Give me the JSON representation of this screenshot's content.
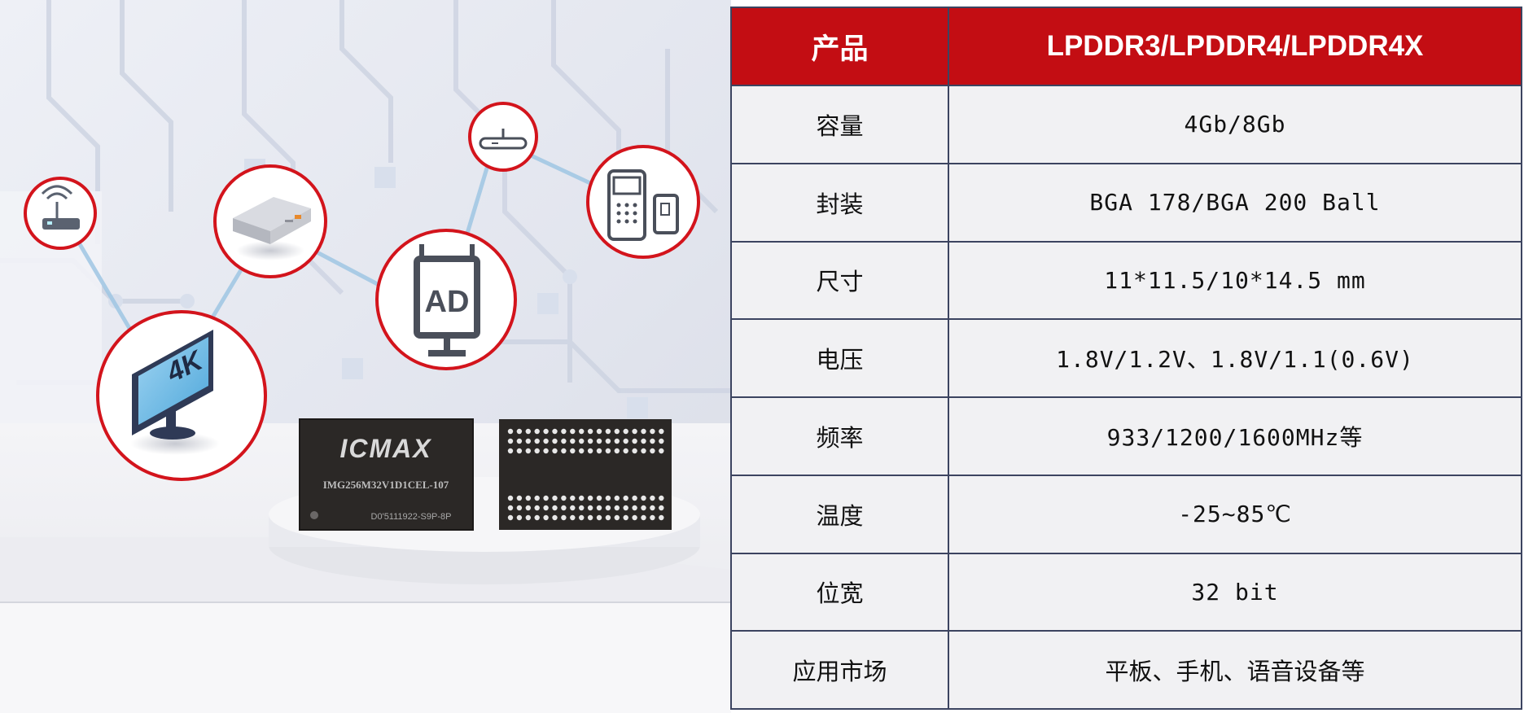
{
  "chip_front": {
    "logo_text": "ICMAX",
    "part_number": "IMG256M32V1D1CEL-107",
    "lot_code": "D0'5111922-S9P-8P"
  },
  "icons": {
    "monitor_label": "4K",
    "billboard_label": "AD"
  },
  "table": {
    "header": {
      "label": "产品",
      "value": "LPDDR3/LPDDR4/LPDDR4X"
    },
    "rows": [
      {
        "label": "容量",
        "value": "4Gb/8Gb"
      },
      {
        "label": "封装",
        "value": "BGA 178/BGA 200 Ball"
      },
      {
        "label": "尺寸",
        "value": "11*11.5/10*14.5 mm"
      },
      {
        "label": "电压",
        "value": "1.8V/1.2V、1.8V/1.1(0.6V)"
      },
      {
        "label": "频率",
        "value": "933/1200/1600MHz等"
      },
      {
        "label": "温度",
        "value": "-25~85℃"
      },
      {
        "label": "位宽",
        "value": "32 bit"
      },
      {
        "label": "应用市场",
        "value": "平板、手机、语音设备等"
      }
    ]
  },
  "colors": {
    "header_red": "#c30d13",
    "cell_bg": "#f1f1f3",
    "border": "#3c4460",
    "icon_ring": "#d3141c",
    "chip_body": "#2b2826"
  }
}
